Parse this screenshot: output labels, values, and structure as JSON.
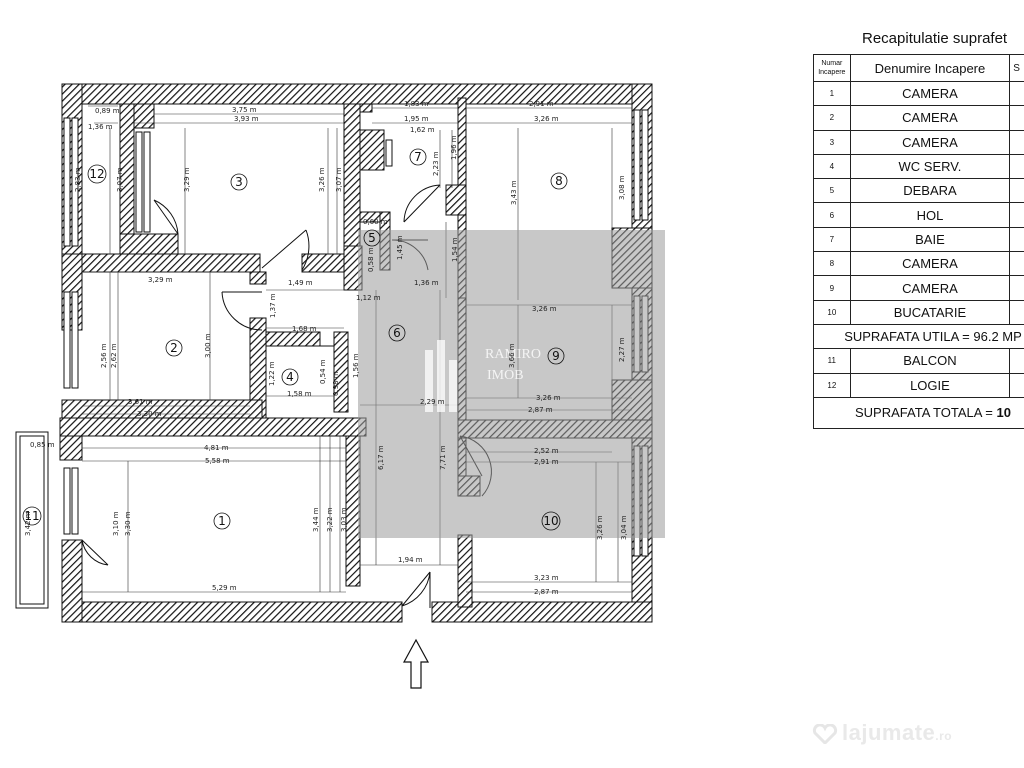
{
  "plan": {
    "rooms": [
      {
        "num": "1"
      },
      {
        "num": "2"
      },
      {
        "num": "3"
      },
      {
        "num": "4"
      },
      {
        "num": "5"
      },
      {
        "num": "6"
      },
      {
        "num": "7"
      },
      {
        "num": "8"
      },
      {
        "num": "9"
      },
      {
        "num": "10"
      },
      {
        "num": "11"
      },
      {
        "num": "12"
      }
    ],
    "dims": [
      "0,89 m",
      "3,75 m",
      "3,93 m",
      "1,83 m",
      "1,95 m",
      "1,62 m",
      "2,91 m",
      "3,26 m",
      "1,36 m",
      "2,83 m",
      "3,07 m",
      "3,29 m",
      "3,26 m",
      "3,07 m",
      "2,23 m",
      "1,96 m",
      "3,43 m",
      "3,08 m",
      "0,60 m",
      "0,58 m",
      "1,45 m",
      "3,29 m",
      "1,49 m",
      "1,36 m",
      "1,12 m",
      "1,54 m",
      "3,26 m",
      "1,37 m",
      "1,68 m",
      "2,56 m",
      "2,62 m",
      "3,00 m",
      "3,66 m",
      "2,27 m",
      "1,22 m",
      "0,54 m",
      "0,98 m",
      "1,56 m",
      "1,58 m",
      "3,61 m",
      "3,30 m",
      "2,29 m",
      "3,26 m",
      "2,87 m",
      "0,85 m",
      "4,81 m",
      "5,58 m",
      "2,52 m",
      "2,91 m",
      "3,42 m",
      "3,10 m",
      "3,30 m",
      "6,17 m",
      "7,71 m",
      "3,44 m",
      "3,22 m",
      "3,03 m",
      "3,26 m",
      "3,04 m",
      "1,94 m",
      "5,29 m",
      "3,23 m",
      "2,87 m"
    ],
    "watermark_line1": "RAMIRO",
    "watermark_line2": "IMOB"
  },
  "table": {
    "title": "Recapitulatie suprafet",
    "header_num": [
      "Numar",
      "Incapere"
    ],
    "header_name": "Denumire Incapere",
    "header_area": "S",
    "rows": [
      {
        "num": "1",
        "name": "CAMERA",
        "area": ""
      },
      {
        "num": "2",
        "name": "CAMERA",
        "area": ""
      },
      {
        "num": "3",
        "name": "CAMERA",
        "area": ""
      },
      {
        "num": "4",
        "name": "WC SERV.",
        "area": ""
      },
      {
        "num": "5",
        "name": "DEBARA",
        "area": ""
      },
      {
        "num": "6",
        "name": "HOL",
        "area": ""
      },
      {
        "num": "7",
        "name": "BAIE",
        "area": ""
      },
      {
        "num": "8",
        "name": "CAMERA",
        "area": ""
      },
      {
        "num": "9",
        "name": "CAMERA",
        "area": ""
      },
      {
        "num": "10",
        "name": "BUCATARIE",
        "area": ""
      }
    ],
    "util": "SUPRAFATA UTILA = 96.2 MP",
    "extra_rows": [
      {
        "num": "11",
        "name": "BALCON",
        "area": ""
      },
      {
        "num": "12",
        "name": "LOGIE",
        "area": ""
      }
    ],
    "total_label": "SUPRAFATA  TOTALA =",
    "total_value": "10"
  },
  "site_watermark": {
    "name": "lajumate",
    "tld": ".ro"
  }
}
